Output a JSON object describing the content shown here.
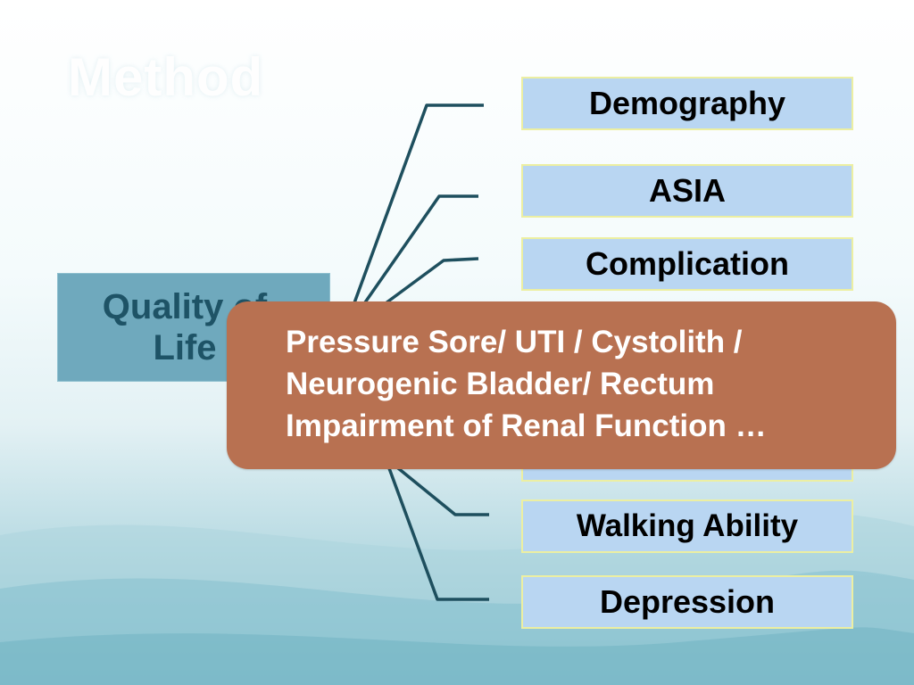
{
  "slide": {
    "title": "Method"
  },
  "root": {
    "line1": "Quality of",
    "line2": "Life"
  },
  "branches": [
    {
      "label": "Demography"
    },
    {
      "label": "ASIA"
    },
    {
      "label": "Complication"
    },
    {
      "label": ""
    },
    {
      "label": ""
    },
    {
      "label": "Walking Ability"
    },
    {
      "label": "Depression"
    }
  ],
  "callout": {
    "line1": "Pressure Sore/ UTI / Cystolith /",
    "line2": "Neurogenic Bladder/ Rectum",
    "line3": "Impairment of Renal Function …"
  },
  "colors": {
    "root_fill": "#6fa9bd",
    "root_text": "#1e5366",
    "leaf_fill": "#b9d6f2",
    "leaf_border": "#ecefa2",
    "callout_fill": "#b87151",
    "connector": "#1e4f5e"
  }
}
